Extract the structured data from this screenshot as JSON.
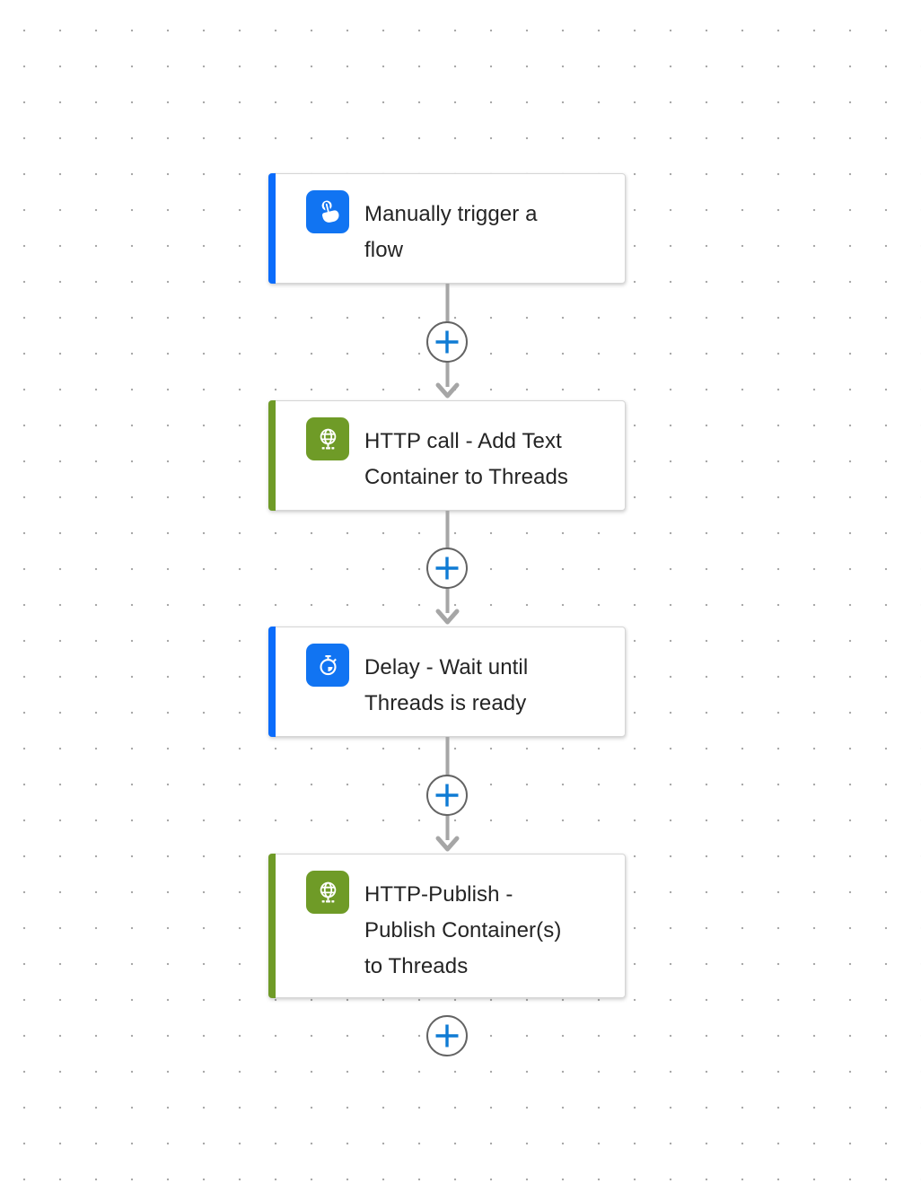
{
  "canvas": {
    "type": "flow-designer-canvas",
    "dot_grid_color": "#a9a9a9",
    "background_color": "#ffffff"
  },
  "colors": {
    "trigger_accent_blue": "#0b6cfb",
    "trigger_icon_blue": "#1174f2",
    "http_green": "#6f9b27",
    "plus_sign_blue": "#0f7bd4",
    "connector_gray": "#a6a6a6",
    "plus_circle_border": "#636363",
    "card_border": "#d6d6d6",
    "title_text": "#242424"
  },
  "flow": {
    "nodes": [
      {
        "title": "Manually trigger a\nflow",
        "icon": "touch-icon",
        "accent_color": "#0b6cfb",
        "kind": "trigger"
      },
      {
        "title": "HTTP call - Add Text\nContainer to Threads",
        "icon": "globe-icon",
        "accent_color": "#6f9b27",
        "kind": "action"
      },
      {
        "title": "Delay - Wait until\nThreads is ready",
        "icon": "timer-icon",
        "accent_color": "#0b6cfb",
        "kind": "action"
      },
      {
        "title": "HTTP-Publish -\nPublish Container(s)\nto Threads",
        "icon": "globe-icon",
        "accent_color": "#6f9b27",
        "kind": "action"
      }
    ],
    "insert_buttons": [
      {
        "icon": "plus-icon",
        "action": "insert-step"
      },
      {
        "icon": "plus-icon",
        "action": "insert-step"
      },
      {
        "icon": "plus-icon",
        "action": "insert-step"
      },
      {
        "icon": "plus-icon",
        "action": "insert-step"
      }
    ]
  }
}
